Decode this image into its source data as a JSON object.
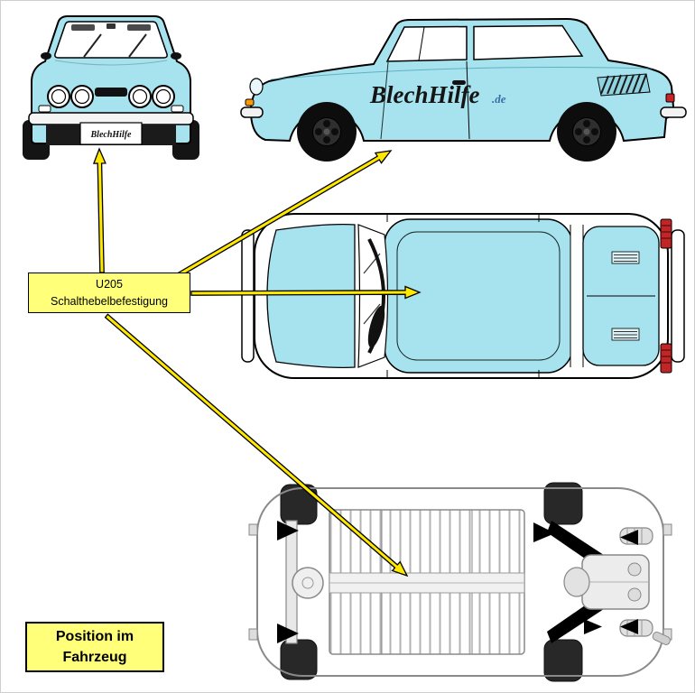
{
  "part_label": {
    "code": "U205",
    "name": "Schalthebelbefestigung"
  },
  "caption": {
    "line1": "Position im",
    "line2": "Fahrzeug"
  },
  "brand": {
    "side_main": "BlechHilfe",
    "side_suffix": ".de",
    "plate": "BlechHilfe"
  },
  "views": {
    "front": "front-view-car",
    "side": "side-view-car",
    "top": "top-view-car",
    "underside": "underside-chassis-view"
  },
  "colors": {
    "car_body": "#a7e3ee",
    "label_background": "#ffff7a",
    "arrow_yellow": "#ffe800",
    "tail_light_red": "#c22525",
    "background": "#ffffff"
  }
}
